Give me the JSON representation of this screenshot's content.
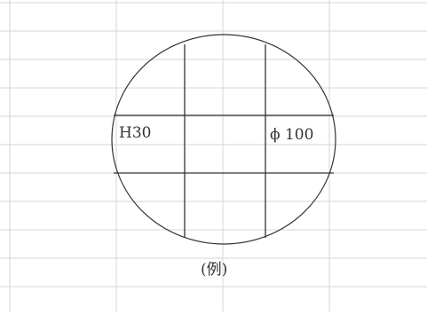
{
  "diagram": {
    "labels": {
      "height": "H30",
      "diameter": "ϕ 100",
      "example": "(例)"
    },
    "colors": {
      "grid": "#d6d6d6",
      "lines": "#333333",
      "background": "#ffffff"
    }
  }
}
